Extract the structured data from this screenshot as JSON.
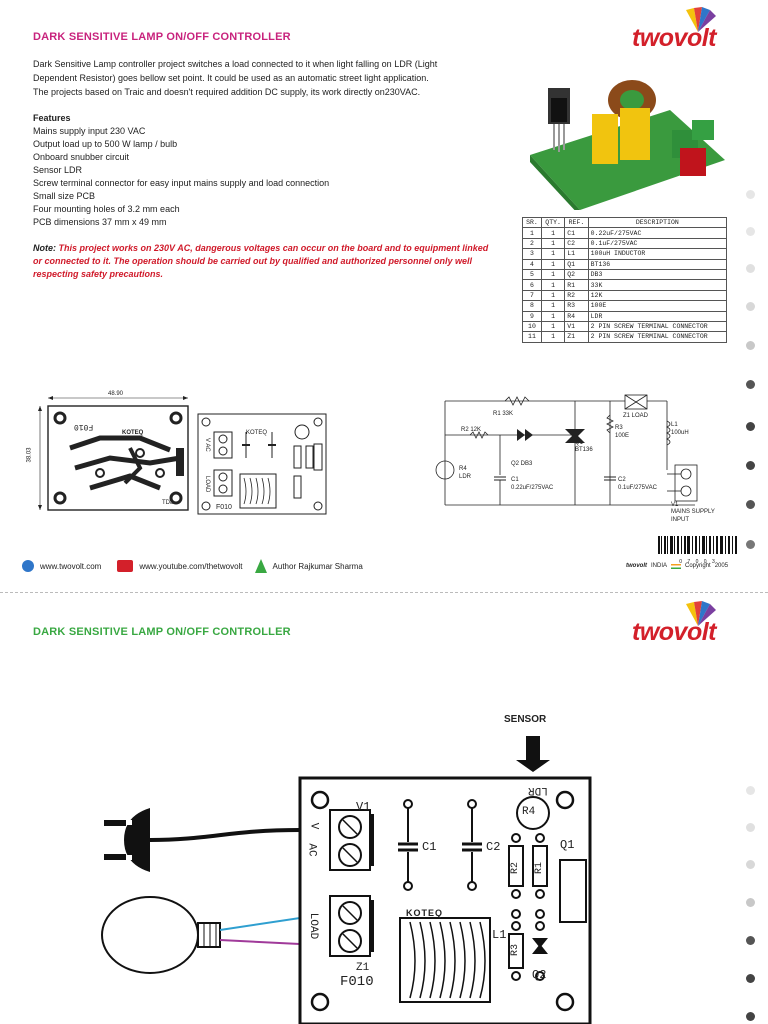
{
  "colors": {
    "title_top": "#c8237d",
    "title_bottom": "#39a842",
    "logo_red": "#d3202a",
    "note_red": "#d01a2a"
  },
  "page1": {
    "title": "DARK SENSITIVE LAMP ON/OFF CONTROLLER",
    "logo": "twovolt",
    "intro": [
      "Dark Sensitive Lamp controller project switches a load connected to it when light falling on LDR (Light",
      "Dependent Resistor)  goes bellow set point.  It could be used as an automatic street light application.",
      "The projects based on Traic and doesn't required addition DC supply, its work directly on230VAC."
    ],
    "features_heading": "Features",
    "features": [
      "Mains supply input 230 VAC",
      " Output load up to 500 W lamp / bulb",
      "Onboard snubber circuit",
      "Sensor LDR",
      "Screw terminal connector for easy input mains supply and load connection",
      "Small size PCB",
      "Four mounting holes of 3.2 mm each",
      "PCB dimensions 37 mm x 49 mm"
    ],
    "note_label": "Note:",
    "note_text": "This project works on 230V AC, dangerous voltages can occur on the board and to equipment linked or connected to it. The operation should be carried out by qualified and authorized personnel only well respecting safety precautions.",
    "bom": {
      "headers": [
        "SR.",
        "QTY.",
        "REF.",
        "DESCRIPTION"
      ],
      "rows": [
        [
          "1",
          "1",
          "C1",
          "0.22uF/275VAC"
        ],
        [
          "2",
          "1",
          "C2",
          "0.1uF/275VAC"
        ],
        [
          "3",
          "1",
          "L1",
          "100uH INDUCTOR"
        ],
        [
          "4",
          "1",
          "Q1",
          "BT136"
        ],
        [
          "5",
          "1",
          "Q2",
          "DB3"
        ],
        [
          "6",
          "1",
          "R1",
          "33K"
        ],
        [
          "7",
          "1",
          "R2",
          "12K"
        ],
        [
          "8",
          "1",
          "R3",
          "100E"
        ],
        [
          "9",
          "1",
          "R4",
          "LDR"
        ],
        [
          "10",
          "1",
          "V1",
          "2 PIN SCREW TERMINAL CONNECTOR"
        ],
        [
          "11",
          "1",
          "Z1",
          "2 PIN SCREW TERMINAL CONNECTOR"
        ]
      ]
    },
    "pcb": {
      "dim_w": "48.90",
      "dim_h": "38.03",
      "code": "F010",
      "brand": "KOTEQ",
      "code2": "TD8",
      "v_ac": "V AC",
      "load": "LOAD"
    },
    "schematic": {
      "r1": "R1  33K",
      "r2": "R2   12K",
      "r3": "R3",
      "r3v": "100E",
      "r4": "R4",
      "r4v": "LDR",
      "q2": "Q2   DB3",
      "q1": "Q1",
      "q1v": "BT136",
      "c1": "C1",
      "c1v": "0.22uF/275VAC",
      "c2": "C2",
      "c2v": "0.1uF/275VAC",
      "l1": "L1",
      "l1v": "100uH",
      "z1": "Z1  LOAD",
      "v1": "V1",
      "mains": "MAINS SUPPLY",
      "input": "INPUT"
    },
    "footer": {
      "website": "www.twovolt.com",
      "youtube": "www.youtube.com/thetwovolt",
      "author": "Author Rajkumar Sharma",
      "brand": "twovolt",
      "country": "INDIA",
      "copyright": "Copyright",
      "year": "2005",
      "barcode_text": "0 7 0 0 3"
    }
  },
  "page2": {
    "title": "DARK SENSITIVE LAMP ON/OFF CONTROLLER",
    "logo": "twovolt",
    "sensor": "SENSOR",
    "labels": {
      "v1": "V1",
      "c1": "C1",
      "c2": "C2",
      "q1": "Q1",
      "l1": "L1",
      "q2": "Q2",
      "z1": "Z1",
      "code": "F010",
      "brand": "KOTEQ",
      "ldr": "LDR",
      "r4": "R4",
      "r2": "R2",
      "r1": "R1",
      "r3": "R3",
      "v": "V",
      "ac": "AC",
      "load": "LOAD"
    }
  }
}
